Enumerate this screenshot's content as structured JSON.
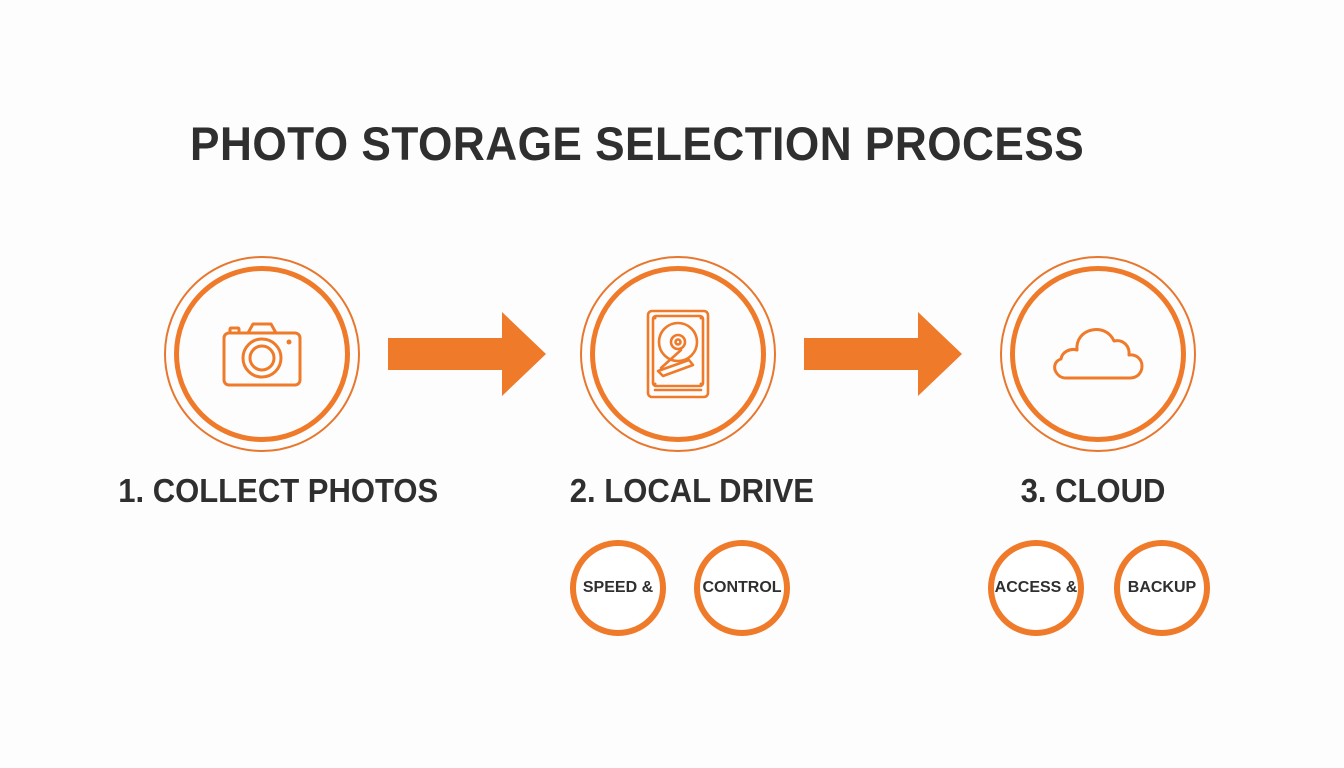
{
  "title": "PHOTO STORAGE SELECTION PROCESS",
  "colors": {
    "accent": "#ef7a2a",
    "text": "#2f2f2f",
    "background": "#fdfdfd"
  },
  "steps": [
    {
      "label": "1. COLLECT PHOTOS",
      "icon": "camera-icon",
      "badges": []
    },
    {
      "label": "2. LOCAL DRIVE",
      "icon": "hard-drive-icon",
      "badges": [
        "SPEED &",
        "CONTROL"
      ]
    },
    {
      "label": "3. CLOUD",
      "icon": "cloud-icon",
      "badges": [
        "ACCESS &",
        "BACKUP"
      ]
    }
  ],
  "connectors": [
    "arrow-right-icon",
    "arrow-right-icon"
  ]
}
